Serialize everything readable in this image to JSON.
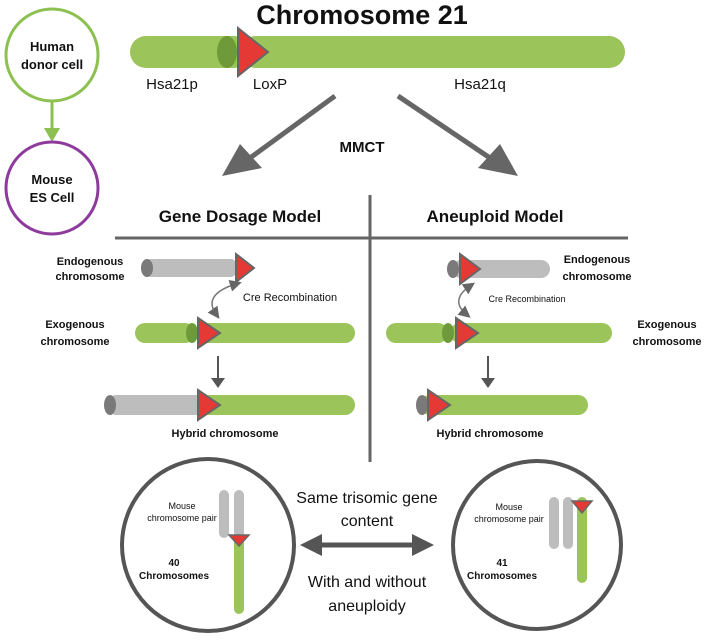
{
  "title": "Chromosome 21",
  "top_labels": {
    "p_arm": "Hsa21p",
    "loxp": "LoxP",
    "q_arm": "Hsa21q"
  },
  "cells": {
    "human": [
      "Human",
      "donor cell"
    ],
    "mouse": [
      "Mouse",
      "ES Cell"
    ]
  },
  "mmct": "MMCT",
  "models": {
    "left": {
      "title": "Gene Dosage Model",
      "endogenous": [
        "Endogenous",
        "chromosome"
      ],
      "cre": "Cre Recombination",
      "exogenous": [
        "Exogenous",
        "chromosome"
      ],
      "hybrid": "Hybrid chromosome",
      "pair": [
        "Mouse",
        "chromosome pair"
      ],
      "count": [
        "40",
        "Chromosomes"
      ]
    },
    "right": {
      "title": "Aneuploid Model",
      "endogenous": [
        "Endogenous",
        "chromosome"
      ],
      "cre": "Cre Recombination",
      "exogenous": [
        "Exogenous",
        "chromosome"
      ],
      "hybrid": "Hybrid chromosome",
      "pair": [
        "Mouse",
        "chromosome pair"
      ],
      "count": [
        "41",
        "Chromosomes"
      ]
    }
  },
  "center": {
    "top": [
      "Same trisomic gene",
      "content"
    ],
    "bottom": [
      "With and without",
      "aneuploidy"
    ]
  },
  "colors": {
    "green": "#9bc45a",
    "dark_green": "#6f9a3a",
    "gray": "#bdbdbd",
    "dark_gray": "#7a7a7a",
    "red": "#e53935",
    "arrow": "#666666",
    "purple": "#8e3a9c",
    "human_circle": "#8cc152"
  }
}
